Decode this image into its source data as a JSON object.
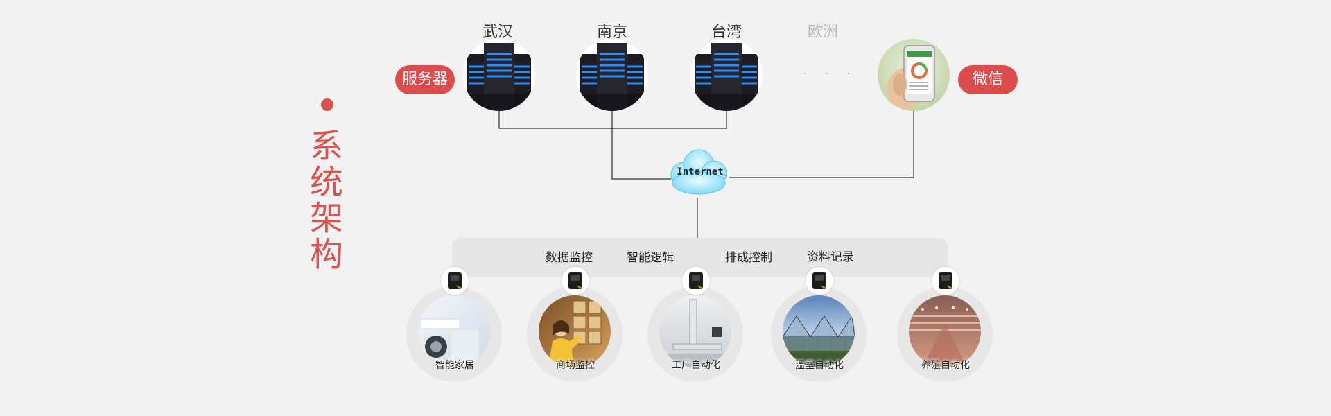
{
  "section_title": [
    "系",
    "统",
    "架",
    "构"
  ],
  "badges": {
    "server": "服务器",
    "wechat": "微信"
  },
  "cities": [
    "武汉",
    "南京",
    "台湾",
    "欧洲"
  ],
  "ellipsis": "· · ·",
  "cloud": {
    "label": "Internet"
  },
  "features": [
    "数据监控",
    "智能逻辑",
    "排成控制",
    "资料记录"
  ],
  "applications": [
    "智能家居",
    "商场监控",
    "工厂自动化",
    "温室自动化",
    "养殖自动化"
  ],
  "colors": {
    "accent": "#dd4c4c",
    "background": "#f2f2f2",
    "panel": "#e6e6e6"
  }
}
